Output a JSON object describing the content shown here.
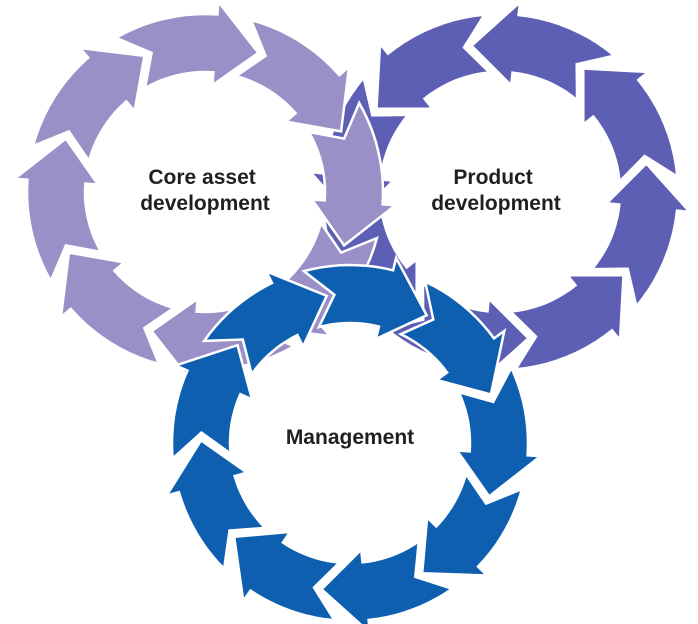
{
  "diagram": {
    "cycles": [
      {
        "id": "core-asset",
        "label_lines": [
          "Core asset",
          "development"
        ],
        "color": "#9b8fc8",
        "direction": "clockwise",
        "arrow_count": 8
      },
      {
        "id": "product",
        "label_lines": [
          "Product",
          "development"
        ],
        "color": "#5c5fb4",
        "direction": "counterclockwise",
        "arrow_count": 8
      },
      {
        "id": "management",
        "label_lines": [
          "Management"
        ],
        "color": "#0f5fb0",
        "direction": "clockwise",
        "arrow_count": 9
      }
    ],
    "background": "#ffffff",
    "outline_color": "#ffffff"
  }
}
